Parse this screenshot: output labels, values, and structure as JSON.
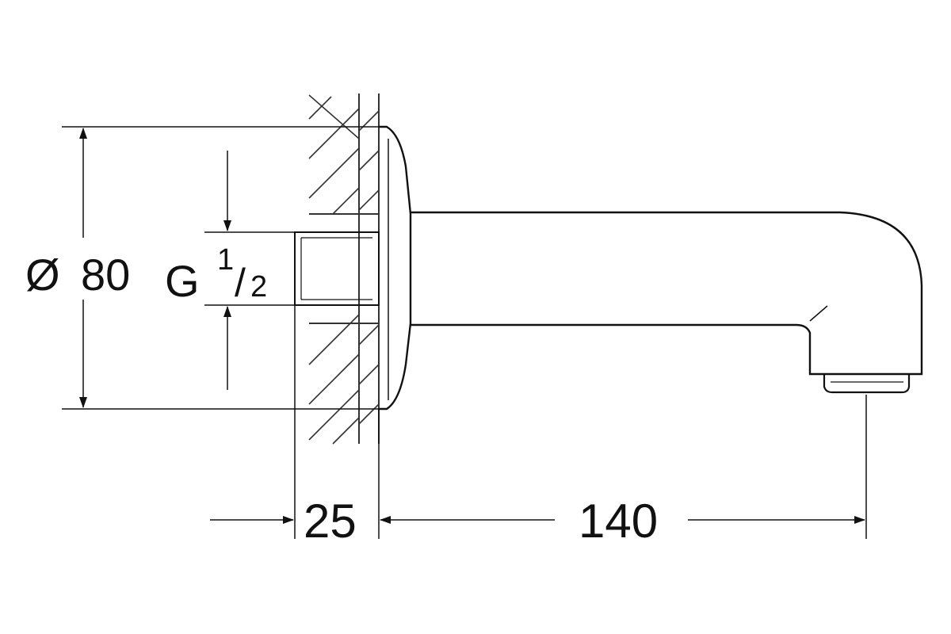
{
  "diameter_symbol": "Ø",
  "diameter_value": "80",
  "thread_label": "G",
  "thread_numerator": "1",
  "thread_slash": "/",
  "thread_denominator": "2",
  "dim_wall": "25",
  "dim_projection": "140",
  "colors": {
    "line": "#111111",
    "background": "#ffffff",
    "hatch": "#333333"
  }
}
